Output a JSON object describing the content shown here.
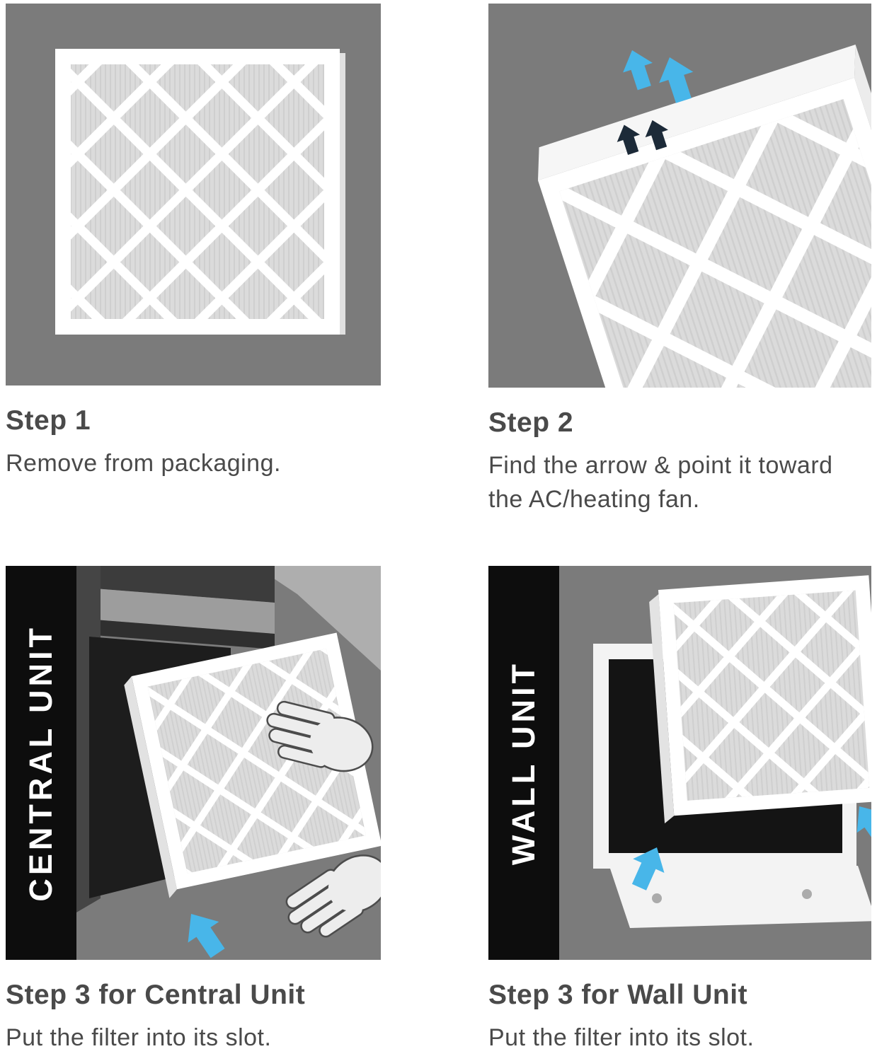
{
  "colors": {
    "panel_bg": "#7b7b7b",
    "text": "#4a4a4a",
    "banner_bg": "#0d0d0d",
    "banner_text": "#ffffff",
    "arrow_blue": "#48b6e9",
    "arrow_dark": "#1c2a38",
    "filter_frame": "#ffffff",
    "filter_media": "#dbdbdb"
  },
  "steps": {
    "step1": {
      "title": "Step 1",
      "caption": "Remove from packaging."
    },
    "step2": {
      "title": "Step 2",
      "caption": "Find the arrow & point it toward the AC/heating fan."
    },
    "step3_central": {
      "title": "Step 3 for Central Unit",
      "caption": "Put the filter into its slot.",
      "banner": "CENTRAL UNIT"
    },
    "step3_wall": {
      "title": "Step 3 for Wall Unit",
      "caption": "Put the filter into its slot.",
      "banner": "WALL UNIT"
    }
  }
}
